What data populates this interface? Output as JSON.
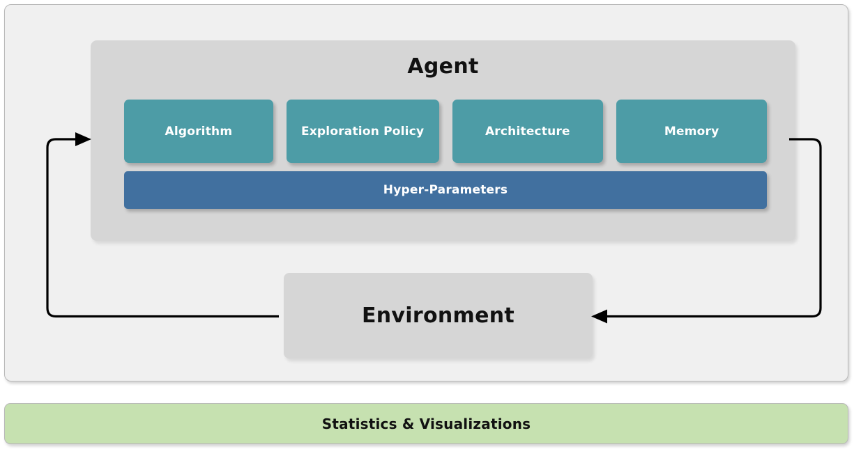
{
  "diagram": {
    "title_visible": false,
    "colors": {
      "outer_panel_bg": "#f0f0f0",
      "agent_panel_bg": "#d6d6d6",
      "component_box": "#4d9ca6",
      "hyper_parameters_box": "#41709f",
      "environment_box": "#d6d6d6",
      "statistics_bar": "#c6e1b0",
      "arrow_stroke": "#000000",
      "text_dark": "#111111",
      "text_light": "#ffffff"
    }
  },
  "agent": {
    "title": "Agent",
    "components": [
      {
        "label": "Algorithm",
        "icon": "block-icon"
      },
      {
        "label": "Exploration Policy",
        "icon": "block-icon"
      },
      {
        "label": "Architecture",
        "icon": "block-icon"
      },
      {
        "label": "Memory",
        "icon": "block-icon"
      }
    ],
    "hyper_parameters": {
      "label": "Hyper-Parameters"
    }
  },
  "environment": {
    "label": "Environment"
  },
  "arrows": [
    {
      "name": "environment-to-agent",
      "direction": "right",
      "from": "environment",
      "to": "agent"
    },
    {
      "name": "agent-to-environment",
      "direction": "left",
      "from": "agent",
      "to": "environment"
    }
  ],
  "statistics": {
    "label": "Statistics & Visualizations"
  }
}
